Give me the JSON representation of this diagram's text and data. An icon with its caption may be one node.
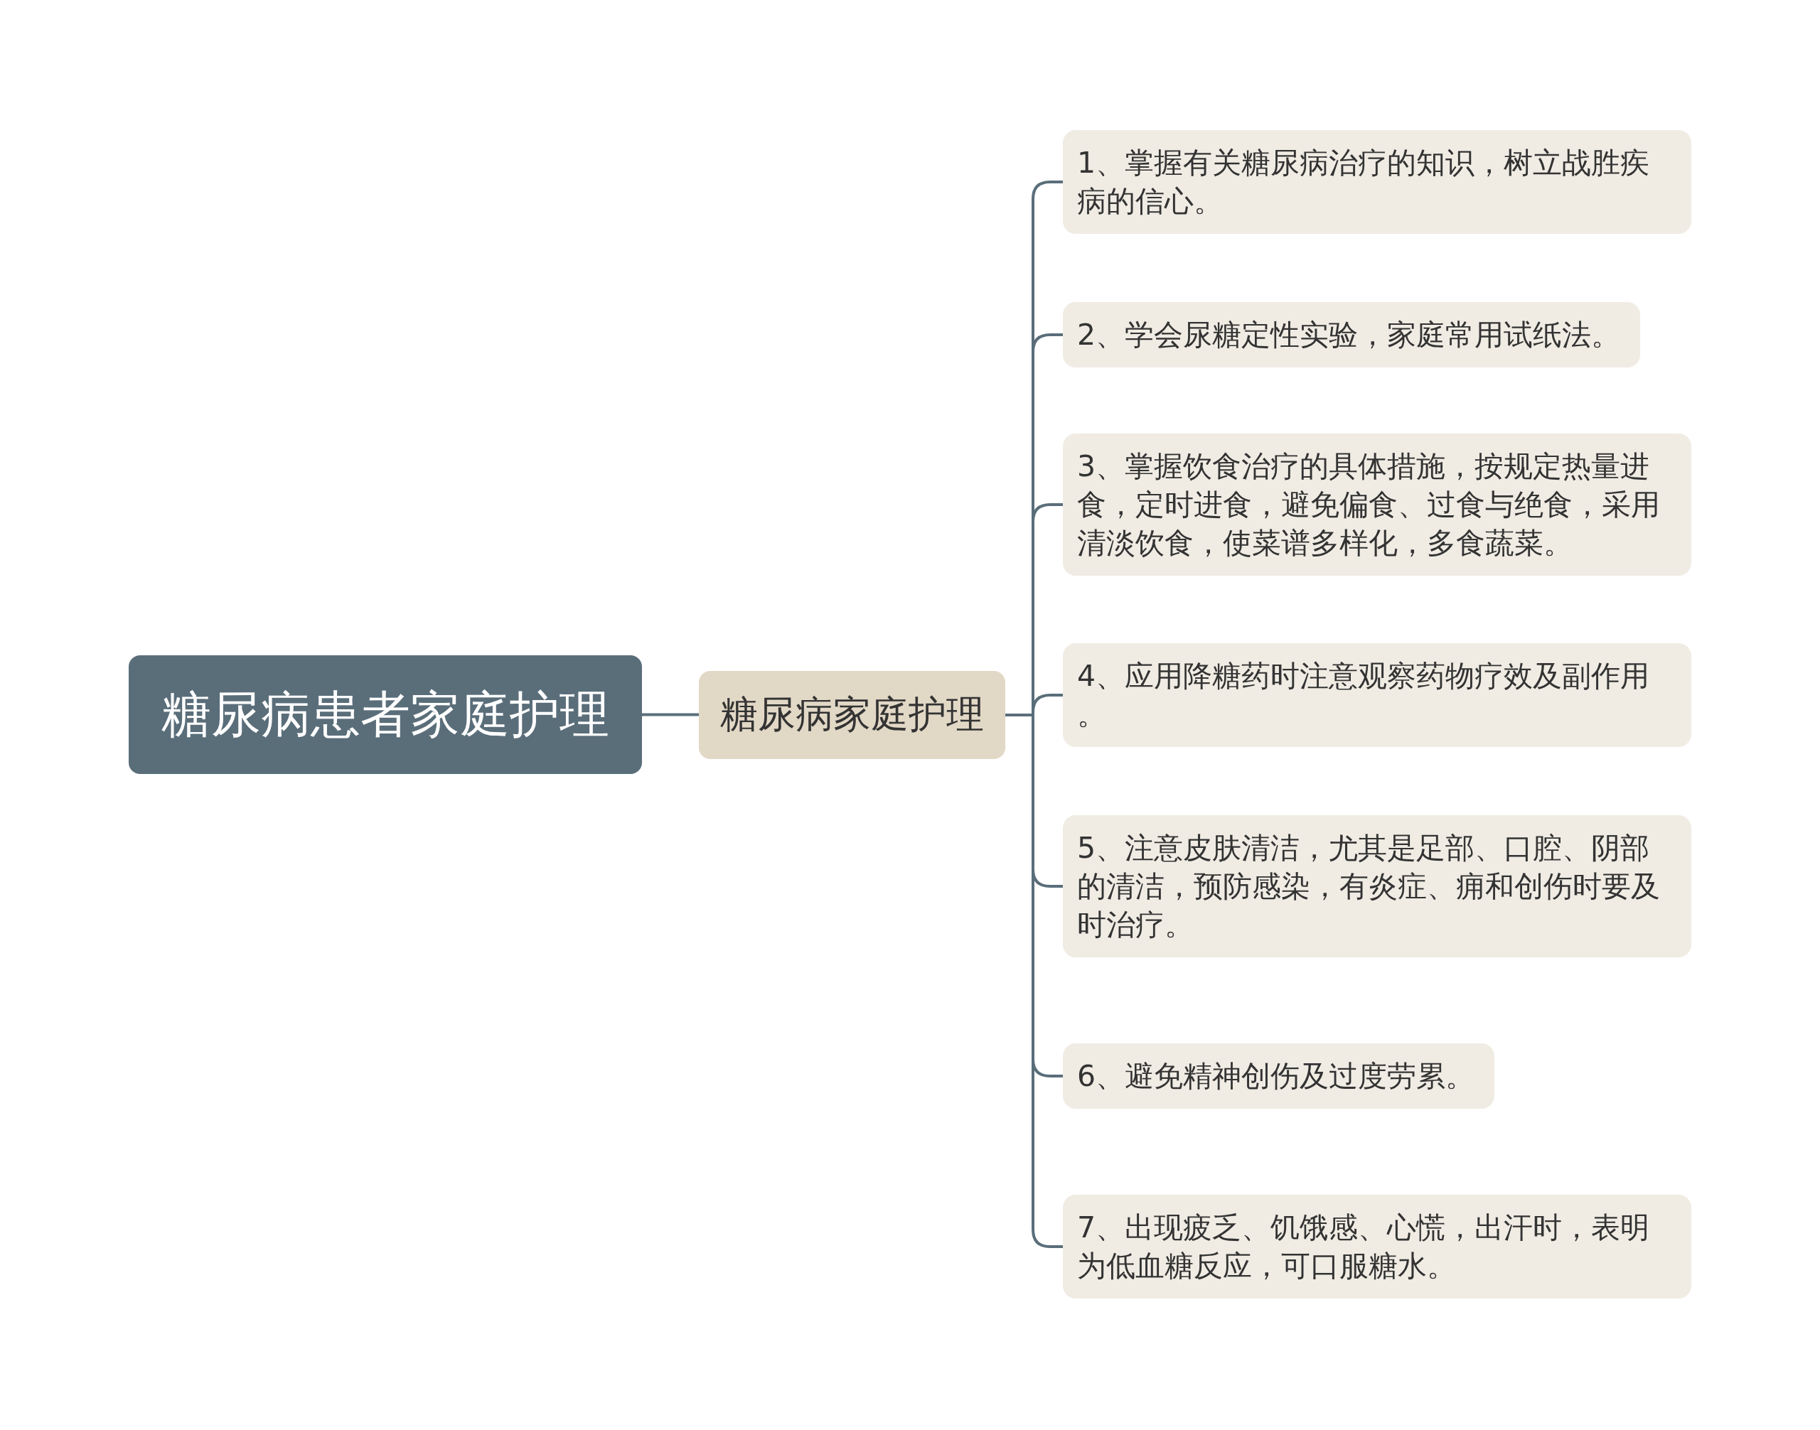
{
  "diagram": {
    "nodes": [
      {
        "text": [
          "糖尿病患者家庭护理"
        ]
      },
      {
        "text": [
          "糖尿病家庭护理"
        ]
      },
      {
        "text": [
          "1、掌握有关糖尿病治疗的知识，树立战胜疾病的信心。"
        ]
      },
      {
        "text": [
          "2、学会尿糖定性实验，家庭常用试纸法。"
        ]
      },
      {
        "text": [
          "3、掌握饮食治疗的具体措施，按规定热量进食，定时进食，避免偏食、过食与绝食，采用清淡饮食，使菜谱多样化，多食蔬菜。"
        ]
      },
      {
        "text": [
          "4、应用降糖药时注意观察药物疗效及副作用。"
        ]
      },
      {
        "text": [
          "5、注意皮肤清洁，尤其是足部、口腔、阴部的清洁，预防感染，有炎症、痈和创伤时要及时治疗。"
        ]
      },
      {
        "text": [
          "6、避免精神创伤及过度劳累。"
        ]
      },
      {
        "text": [
          "7、出现疲乏、饥饿感、心慌，出汗时，表明为低血糖反应，可口服糖水。"
        ]
      }
    ],
    "edges": [
      {
        "from": 0,
        "to": 1,
        "arrow": "none"
      },
      {
        "from": 1,
        "to": 2,
        "arrow": "none"
      },
      {
        "from": 1,
        "to": 3,
        "arrow": "none"
      },
      {
        "from": 1,
        "to": 4,
        "arrow": "none"
      },
      {
        "from": 1,
        "to": 5,
        "arrow": "none"
      },
      {
        "from": 1,
        "to": 6,
        "arrow": "none"
      },
      {
        "from": 1,
        "to": 7,
        "arrow": "none"
      },
      {
        "from": 1,
        "to": 8,
        "arrow": "none"
      }
    ]
  }
}
